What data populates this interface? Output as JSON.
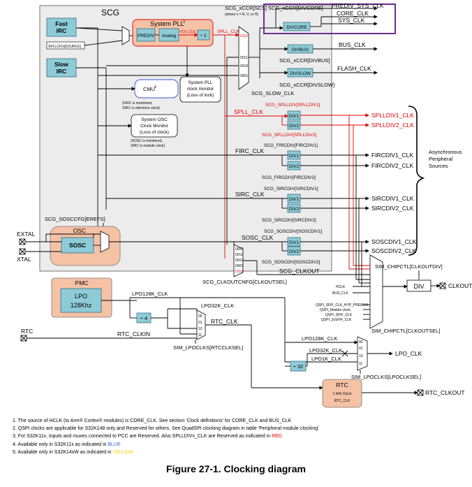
{
  "scg": {
    "title": "SCG",
    "fast_irc": [
      "Fast",
      "IRC"
    ],
    "slow_irc": [
      "Slow",
      "IRC"
    ],
    "spllcfg_source": "SPLLCFG[SOURCE]",
    "pll_title": "System PLL",
    "pll_sup": "3",
    "prediv": "PREDIV",
    "analog": "Analog",
    "vco_clk": "VCO_CLK",
    "div2": "÷ 2",
    "spll_clk": "SPLL_CLK",
    "pll_monitor": [
      "System PLL",
      "clock monitor",
      "(Loss of lock)"
    ],
    "cmu": "CMU",
    "cmu_sup": "4",
    "cmu_note": [
      "(FIRC is monitored,",
      "SIRC is reference clock)"
    ],
    "osc_monitor": [
      "System OSC",
      "Clock Monitor",
      "(Loss of clock)"
    ],
    "osc_note": [
      "(SOSC is monitored,",
      "SIRC is module clock)"
    ],
    "xccr_scs": "SCG_xCCR[SCS]",
    "xccr_scs_note": "(where x = R, V, or H)",
    "mux_inputs": [
      "0110",
      "0011",
      "0010",
      "0001"
    ],
    "slow_core_clk": "SCG_SLOW_CLK",
    "xccr_divcore": "SCG_xCCR[DIVCORE]",
    "divcore": "DIVCORE",
    "core_clk": "CORE_CLK",
    "sys_clk": "SYS_CLK",
    "prediv_sys_clk": "PREDIV_SYS_CLK",
    "divbus": "DIVBUS",
    "xccr_divbus": "SCG_xCCR[DIVBUS]",
    "bus_clk": "BUS_CLK",
    "divslow": "DIVSLOW",
    "xccr_divslow": "SCG_xCCR[DIVSLOW]",
    "flash_clk": "FLASH_CLK",
    "div1": "DIV1",
    "div2b": "DIV2",
    "spll_clk_line": "SPLL_CLK",
    "spll_div1_reg": "SCG_SPLLDIV[SPLLDIV1]",
    "spll_div2_reg": "SCG_SPLLDIV[SPLLDIV2]",
    "splldiv1_clk": "SPLLDIV1_CLK",
    "splldiv2_clk": "SPLLDIV2_CLK",
    "firc_clk": "FIRC_CLK",
    "firc_div1_reg": "SCG_FIRCDIV[FIRCDIV1]",
    "firc_div2_reg": "SCG_FIRCDIV[FIRCDIV2]",
    "fircdiv1_clk": "FIRCDIV1_CLK",
    "fircdiv2_clk": "FIRCDIV2_CLK",
    "sirc_clk": "SIRC_CLK",
    "sirc_div1_reg": "SCG_SIRCDIV[SIRCDIV1]",
    "sirc_div2_reg": "SCG_SIRCDIV[SIRCDIV2]",
    "sircdiv1_clk": "SIRCDIV1_CLK",
    "sircdiv2_clk": "SIRCDIV2_CLK",
    "sosc_clk": "SOSC_CLK",
    "sosc_div1_reg": "SCG_SOSCDIV[SOSCDIV1]",
    "sosc_div2_reg": "SCG_SOSCDIV[SOSCDIV2]",
    "soscdiv1_clk": "SOSCDIV1_CLK",
    "soscdiv2_clk": "SOSCDIV2_CLK",
    "async_sources": [
      "Asynchronous",
      "Peripheral",
      "Sources"
    ],
    "sosccfg_erefs": "SCG_SOSCCFG[EREFS]",
    "osc": "OSC",
    "sosc": "SOSC",
    "extal": "EXTAL",
    "xtal": "XTAL",
    "clkoutsel_mux_inputs": [
      "0000",
      "0011",
      "0010",
      "0001",
      "0110"
    ],
    "scg_clkout": "SCG_CLKOUT",
    "clkoutcnfg": "SCG_CLKOUTCNFG[CLKOUTSEL]"
  },
  "sim": {
    "clkoutdiv_reg": "SIM_CHIPCTL[CLKOUTDIV]",
    "clkoutsel_reg": "SIM_CHIPCTL[CLKOUTSEL]",
    "div": "DIV",
    "clkout": "CLKOUT",
    "mux_small_labels": [
      "HCLK",
      "BUS_CLK",
      "QSPI_SFIF_CLK_HYP_PREMUX",
      "QSPI_Module clock",
      "QSPI_SFIF_CLK",
      "QSPI_2xSFIF_CLK"
    ],
    "lpoclks_rtcclksel": "SIM_LPOCLKS[RTCCLKSEL]",
    "lpoclks_lpoclksel": "SIM_LPOCLKS[LPOCLKSEL]",
    "lpo128k_clk": "LPO128K_CLK",
    "lpo32k_clk": "LPO32K_CLK",
    "lpo1k_clk": "LPO1K_CLK",
    "rtc_clk": "RTC_CLK",
    "rtc_clkin": "RTC_CLKIN",
    "lpo_clk": "LPO_CLK",
    "div4": "÷ 4",
    "div32": "÷ 32",
    "mux_in_a": [
      "00",
      "01",
      "10",
      "11"
    ],
    "mux_in_b": [
      "00",
      "01",
      "10",
      "11"
    ]
  },
  "pmc": {
    "title": "PMC",
    "lpo": "LPO",
    "lpo_freq": "128Khz"
  },
  "rtc": {
    "title": "RTC",
    "rtc_pin": "RTC",
    "clock_label": "1 kHz Clock",
    "rtc_clk": "RTC_CLK",
    "rtc_clkout": "RTC_CLKOUT"
  },
  "notes": {
    "n1": "1. The source of HCLK (to Arm® Cortex® modules) is CORE_CLK. See section 'Clock definitions' for CORE_CLK and BUS_CLK",
    "n2": "2. QSPI clocks are applicable for S32K148 only and Reserved for others. See QuadSPI clocking diagram in table 'Peripheral module clocking'",
    "n3_pre": "3. For S32K11x, inputs and muxes connected to PCC are Reserved. Also SPLLDIVx_CLK are Reserved as indicated in ",
    "n3_red": "RED",
    "n4_pre": "4. Available only in S32K11x as indicated in ",
    "n4_blue": "BLUE",
    "n5_pre": "5. Available only in S32K14xW as indicated in ",
    "n5_yellow": "YELLOW"
  },
  "caption": "Figure 27-1. Clocking diagram",
  "colors": {
    "box_fill": "#8ecbd8",
    "pll_fill": "#f5c2a6",
    "scg_bg": "#ececec",
    "highlight": "#6a2d8c",
    "red": "#e00000"
  }
}
